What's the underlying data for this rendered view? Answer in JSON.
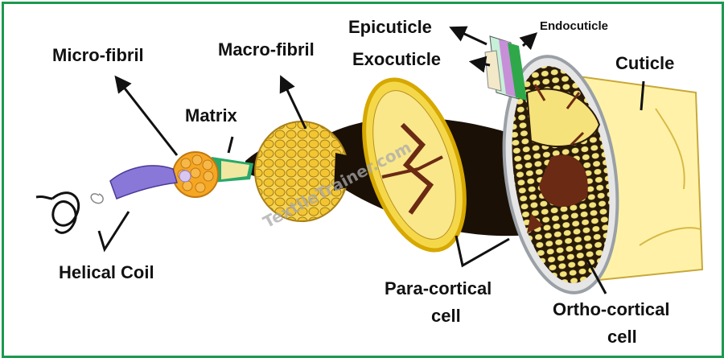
{
  "labels": {
    "micro_fibril": "Micro-fibril",
    "macro_fibril": "Macro-fibril",
    "matrix": "Matrix",
    "epicuticle": "Epicuticle",
    "exocuticle": "Exocuticle",
    "endocuticle": "Endocuticle",
    "cuticle": "Cuticle",
    "helical_coil": "Helical Coil",
    "para_cortical_line1": "Para-cortical",
    "para_cortical_line2": "cell",
    "ortho_cortical_line1": "Ortho-cortical",
    "ortho_cortical_line2": "cell"
  },
  "watermark": "TextileTrainer.com",
  "colors": {
    "border": "#1b9a4e",
    "fibril_yellow": "#f0c830",
    "micro_orange": "#f5a623",
    "cortex_black": "#1a1006",
    "cell_brown": "#6b2a14",
    "cuticle_cream": "#fff2a8",
    "coil_purple": "#8a78d8"
  }
}
